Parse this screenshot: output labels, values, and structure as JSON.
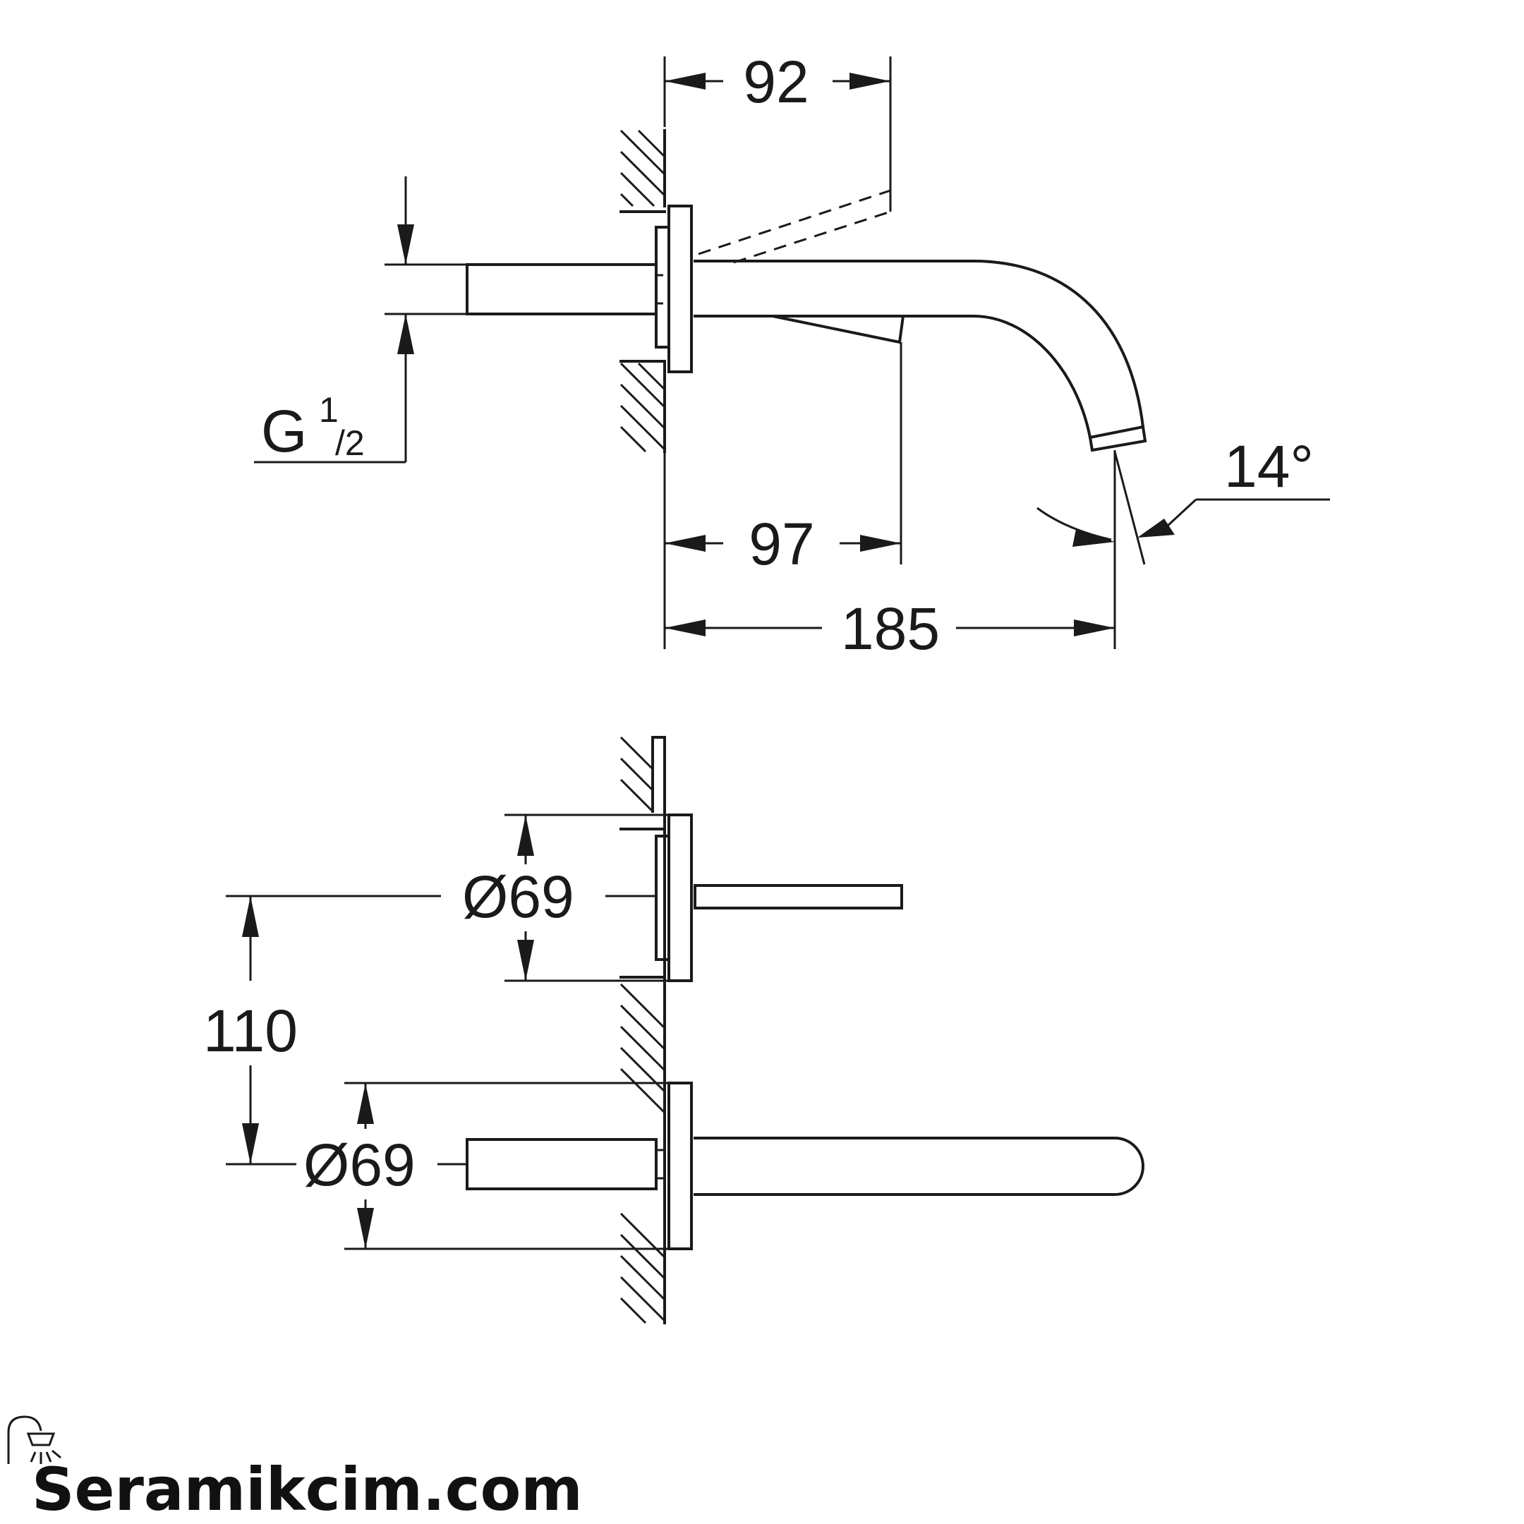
{
  "dimensions": {
    "top_depth": "92",
    "spout_offset": "97",
    "projection": "185",
    "angle": "14°",
    "thread_main": "G",
    "thread_num": "1",
    "thread_den": "/2",
    "spacing": "110",
    "diameter_upper": "Ø69",
    "diameter_lower": "Ø69"
  },
  "watermark": {
    "text": "Seramikcim.com",
    "icon": "shower-head-icon"
  }
}
